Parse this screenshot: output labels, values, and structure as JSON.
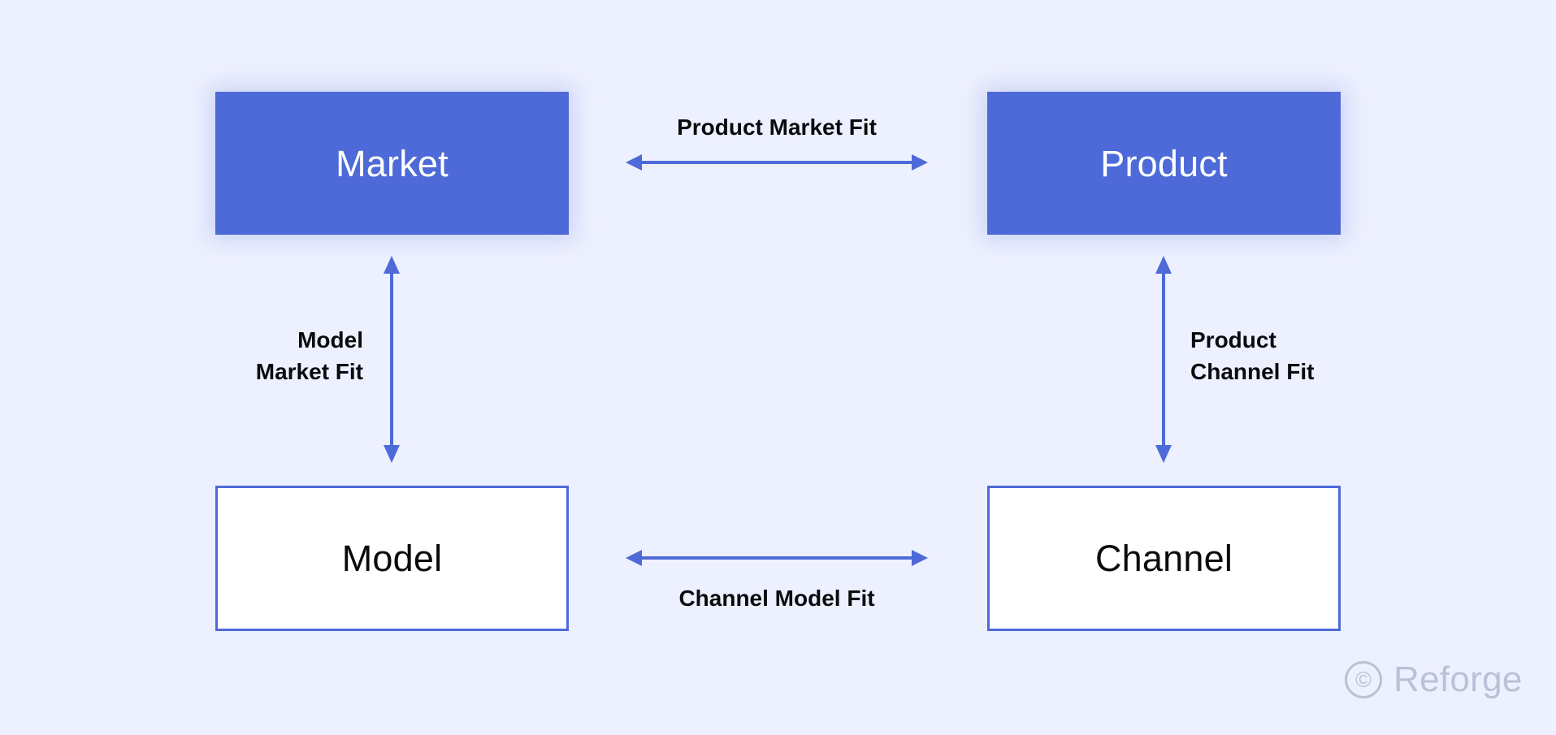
{
  "theme": {
    "background": "#edf0fe",
    "accent": "#4d6ad8",
    "box_fill": "#4d6ad8",
    "box_outline_fill": "#ffffff",
    "text_dark": "#0b0b0e",
    "text_light": "#ffffff",
    "watermark_color": "#b9bfd4"
  },
  "diagram": {
    "type": "four-node-fit-framework",
    "nodes": [
      {
        "id": "market",
        "label": "Market",
        "style": "filled",
        "position": "top-left"
      },
      {
        "id": "product",
        "label": "Product",
        "style": "filled",
        "position": "top-right"
      },
      {
        "id": "model",
        "label": "Model",
        "style": "outlined",
        "position": "bottom-left"
      },
      {
        "id": "channel",
        "label": "Channel",
        "style": "outlined",
        "position": "bottom-right"
      }
    ],
    "edges": [
      {
        "id": "pmf",
        "label": "Product Market Fit",
        "from": "market",
        "to": "product",
        "orientation": "horizontal",
        "arrow": "double",
        "label_position": "above"
      },
      {
        "id": "cmf",
        "label": "Channel Model Fit",
        "from": "model",
        "to": "channel",
        "orientation": "horizontal",
        "arrow": "double",
        "label_position": "below"
      },
      {
        "id": "mmf",
        "label": "Model\nMarket Fit",
        "from": "market",
        "to": "model",
        "orientation": "vertical",
        "arrow": "double",
        "label_position": "left"
      },
      {
        "id": "pcf",
        "label": "Product\nChannel Fit",
        "from": "product",
        "to": "channel",
        "orientation": "vertical",
        "arrow": "double",
        "label_position": "right"
      }
    ]
  },
  "watermark": {
    "mark": "©",
    "text": "Reforge"
  }
}
